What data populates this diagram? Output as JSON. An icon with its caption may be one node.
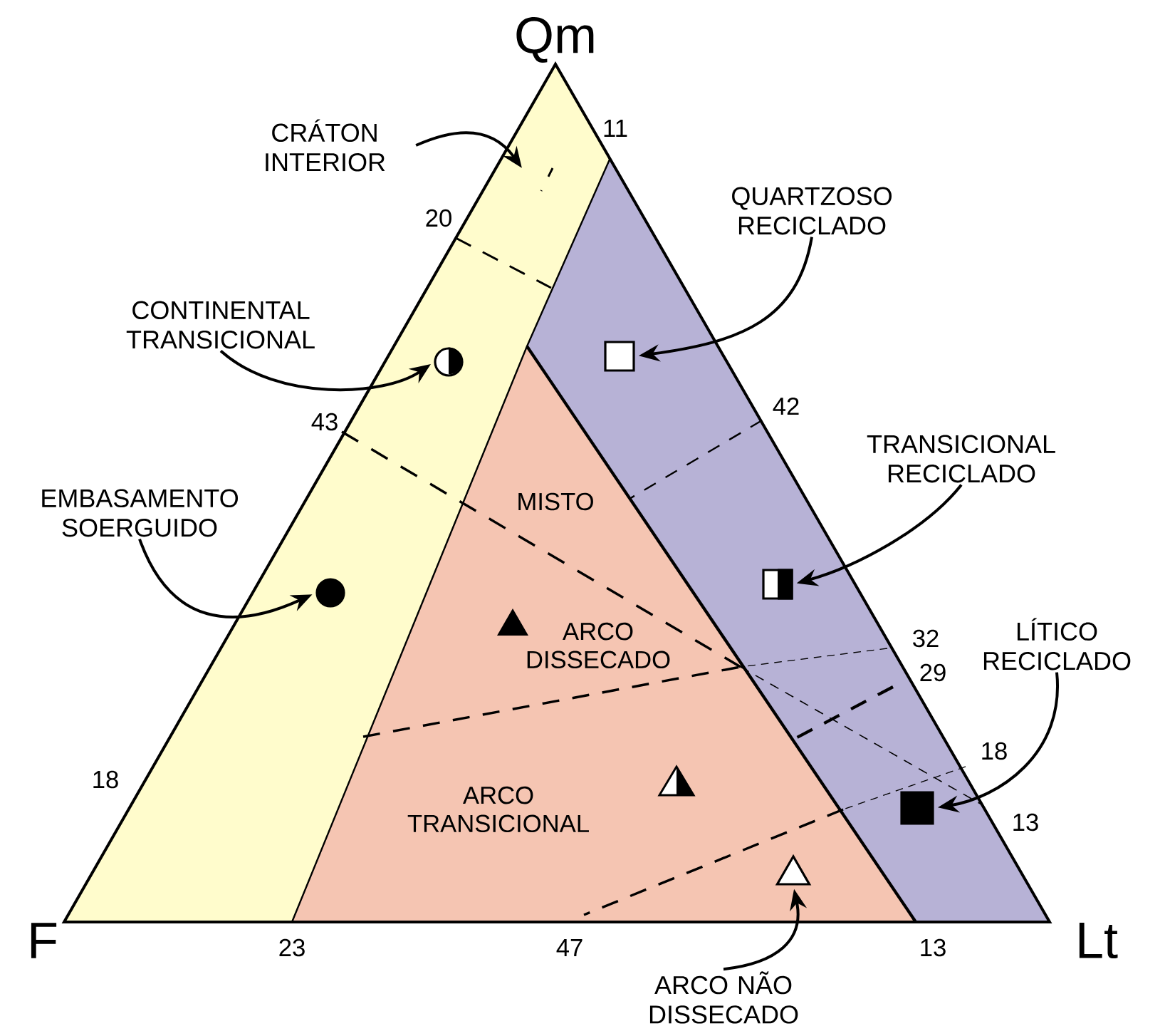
{
  "diagram": {
    "nodes": [
      {
        "text": [
          "CRÁTON INTERIOR"
        ]
      },
      {
        "text": [
          "CONTINENTAL TRANSICIONAL"
        ]
      },
      {
        "text": [],
        "shape": "circle"
      },
      {
        "text": [
          "EMBASAMENTO SOERGUIDO"
        ]
      },
      {
        "text": [],
        "shape": "circle"
      },
      {
        "text": [
          "QUARTZOSO RECICLADO"
        ]
      },
      {
        "text": [],
        "shape": "box"
      },
      {
        "text": [
          "TRANSICIONAL RECICLADO"
        ]
      },
      {
        "text": [],
        "shape": "box"
      },
      {
        "text": [
          "LÍTICO RECICLADO"
        ]
      },
      {
        "text": [],
        "shape": "box"
      },
      {
        "text": [],
        "shape": "triangle"
      },
      {
        "text": [
          "ARCO NÃO DISSECADO"
        ]
      }
    ],
    "edges": [
      {
        "from": 0,
        "to": null,
        "arrow": "to"
      },
      {
        "from": 1,
        "to": 2,
        "arrow": "to"
      },
      {
        "from": 3,
        "to": 4,
        "arrow": "to"
      },
      {
        "from": 5,
        "to": 6,
        "arrow": "to"
      },
      {
        "from": 7,
        "to": 8,
        "arrow": "to"
      },
      {
        "from": 9,
        "to": 10,
        "arrow": "to"
      },
      {
        "from": 12,
        "to": 11,
        "arrow": "to"
      }
    ],
    "labels": [
      "Qm",
      "11",
      "20",
      "42",
      "43",
      "MISTO",
      "32",
      "ARCO DISSECADO",
      "29",
      "18",
      "18",
      "ARCO TRANSICIONAL",
      "13",
      "F",
      "23",
      "47",
      "13",
      "Lt"
    ]
  }
}
